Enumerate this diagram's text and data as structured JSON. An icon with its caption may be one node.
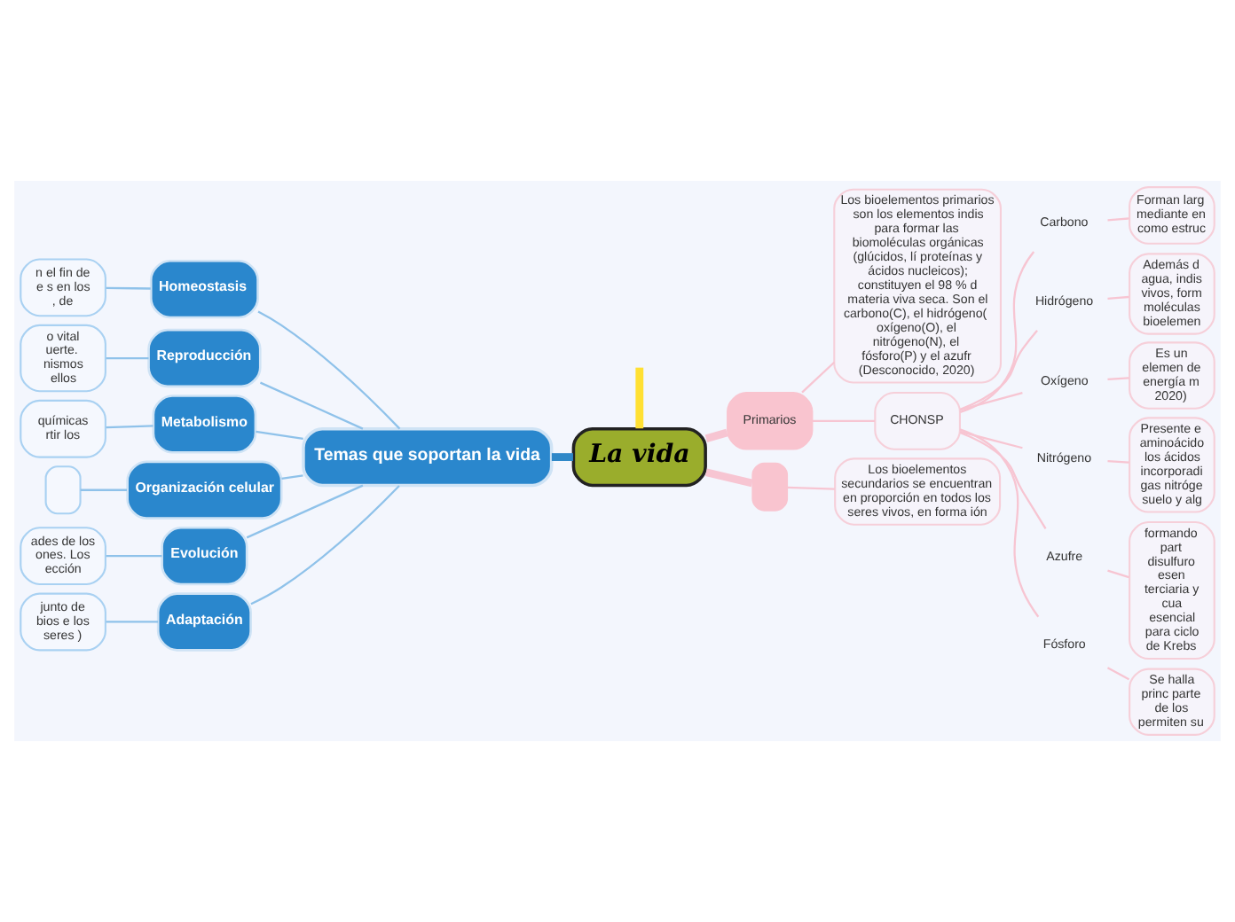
{
  "diagram": {
    "nodes": [
      {
        "text": [
          "La vida"
        ]
      },
      {
        "text": [
          "Temas que soportan la vida"
        ]
      },
      {
        "text": [
          "Homeostasis"
        ]
      },
      {
        "text": [
          "n el fin de e s en los , de"
        ]
      },
      {
        "text": [
          "Reproducción"
        ]
      },
      {
        "text": [
          "o vital uerte. nismos ellos"
        ]
      },
      {
        "text": [
          "Metabolismo"
        ]
      },
      {
        "text": [
          "químicas rtir los"
        ]
      },
      {
        "text": [
          "Organización celular"
        ]
      },
      {
        "text": [],
        "shape": "box"
      },
      {
        "text": [
          "Evolución"
        ]
      },
      {
        "text": [
          "ades de los ones. Los ección"
        ]
      },
      {
        "text": [
          "Adaptación"
        ]
      },
      {
        "text": [
          "junto de bios e los seres )"
        ]
      },
      {
        "text": [
          "Primarios"
        ]
      },
      {
        "text": [
          "Los bioelementos primarios son los elementos indis para formar las biomoléculas orgánicas (glúcidos, lí proteínas y ácidos nucleicos); constituyen el 98 % d materia viva seca. Son el carbono(C), el hidrógeno( oxígeno(O), el nitrógeno(N), el fósforo(P) y el azufr (Desconocido, 2020)"
        ]
      },
      {
        "text": [
          "CHONSP"
        ]
      },
      {
        "text": [
          "Carbono"
        ]
      },
      {
        "text": [
          "Forman larg mediante en como estruc"
        ]
      },
      {
        "text": [
          "Hidrógeno"
        ]
      },
      {
        "text": [
          "Además d agua, indis vivos, form moléculas bioelemen"
        ]
      },
      {
        "text": [
          "Oxígeno"
        ]
      },
      {
        "text": [
          "Es un elemen de energía m 2020)"
        ]
      },
      {
        "text": [
          "Nitrógeno"
        ]
      },
      {
        "text": [
          "Presente e aminoácido los ácidos incorporadi gas nitróge suelo y alg"
        ]
      },
      {
        "text": [
          "Azufre"
        ]
      },
      {
        "text": [
          "formando part disulfuro esen terciaria y cua esencial para ciclo de Krebs"
        ]
      },
      {
        "text": [
          "Fósforo"
        ]
      },
      {
        "text": [
          "Se halla princ parte de los permiten su"
        ]
      },
      {
        "text": [],
        "shape": "box"
      },
      {
        "text": [
          "Los bioelementos secundarios se encuentran en proporción en todos los seres vivos, en forma ión"
        ]
      }
    ],
    "edges": [
      {
        "from": 1,
        "to": 0,
        "arrow": "none",
        "style": "thick",
        "color": "#2f88c8"
      },
      {
        "from": 2,
        "to": 1,
        "arrow": "none",
        "color": "#8fc2ea"
      },
      {
        "from": 3,
        "to": 2,
        "arrow": "none",
        "color": "#8fc2ea"
      },
      {
        "from": 4,
        "to": 1,
        "arrow": "none",
        "color": "#8fc2ea"
      },
      {
        "from": 5,
        "to": 4,
        "arrow": "none",
        "color": "#8fc2ea"
      },
      {
        "from": 6,
        "to": 1,
        "arrow": "none",
        "color": "#8fc2ea"
      },
      {
        "from": 7,
        "to": 6,
        "arrow": "none",
        "color": "#8fc2ea"
      },
      {
        "from": 8,
        "to": 1,
        "arrow": "none",
        "color": "#8fc2ea"
      },
      {
        "from": 9,
        "to": 8,
        "arrow": "none",
        "color": "#8fc2ea"
      },
      {
        "from": 10,
        "to": 1,
        "arrow": "none",
        "color": "#8fc2ea"
      },
      {
        "from": 11,
        "to": 10,
        "arrow": "none",
        "color": "#8fc2ea"
      },
      {
        "from": 12,
        "to": 1,
        "arrow": "none",
        "color": "#8fc2ea"
      },
      {
        "from": 13,
        "to": 12,
        "arrow": "none",
        "color": "#8fc2ea"
      },
      {
        "from": null,
        "to": 0,
        "arrow": "none",
        "style": "thick",
        "color": "#ffe033"
      },
      {
        "from": 0,
        "to": 14,
        "arrow": "none",
        "style": "thick"
      },
      {
        "from": 0,
        "to": 29,
        "arrow": "none",
        "style": "thick"
      },
      {
        "from": 14,
        "to": 15,
        "arrow": "none"
      },
      {
        "from": 14,
        "to": 16,
        "arrow": "none"
      },
      {
        "from": 16,
        "to": 17,
        "arrow": "none"
      },
      {
        "from": 16,
        "to": 19,
        "arrow": "none"
      },
      {
        "from": 16,
        "to": 21,
        "arrow": "none"
      },
      {
        "from": 16,
        "to": 23,
        "arrow": "none"
      },
      {
        "from": 16,
        "to": 25,
        "arrow": "none"
      },
      {
        "from": 16,
        "to": 27,
        "arrow": "none"
      },
      {
        "from": 17,
        "to": 18,
        "arrow": "none"
      },
      {
        "from": 19,
        "to": 20,
        "arrow": "none"
      },
      {
        "from": 21,
        "to": 22,
        "arrow": "none"
      },
      {
        "from": 23,
        "to": 24,
        "arrow": "none"
      },
      {
        "from": 25,
        "to": 26,
        "arrow": "none"
      },
      {
        "from": 27,
        "to": 28,
        "arrow": "none"
      },
      {
        "from": 29,
        "to": 30,
        "arrow": "none"
      }
    ]
  }
}
